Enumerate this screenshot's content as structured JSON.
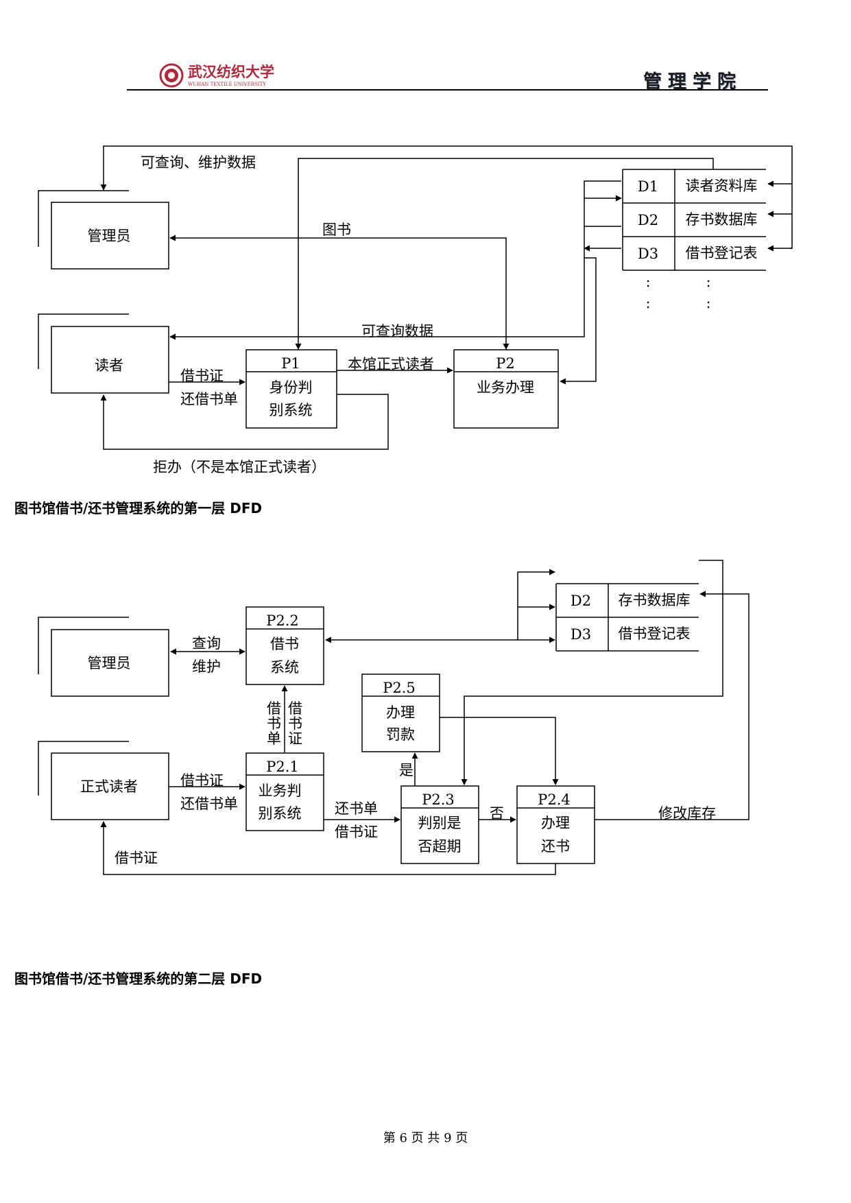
{
  "header": {
    "university_name": "武汉纺织大学",
    "university_name_en": "WUHAN TEXTILE UNIVERSITY",
    "department": "管理学院"
  },
  "dfd1": {
    "entities": {
      "admin": "管理员",
      "reader": "读者"
    },
    "processes": {
      "p1": {
        "id": "P1",
        "line1": "身份判",
        "line2": "别系统"
      },
      "p2": {
        "id": "P2",
        "line1": "业务办理"
      }
    },
    "stores": [
      {
        "id": "D1",
        "name": "读者资料库"
      },
      {
        "id": "D2",
        "name": "存书数据库"
      },
      {
        "id": "D3",
        "name": "借书登记表"
      }
    ],
    "ellipsis": ":",
    "flows": {
      "query_maintain": "可查询、维护数据",
      "books": "图书",
      "query_data": "可查询数据",
      "card": "借书证",
      "return_slip": "还借书单",
      "official_reader": "本馆正式读者",
      "reject": "拒办（不是本馆正式读者）"
    },
    "caption": "图书馆借书/还书管理系统的第一层 DFD"
  },
  "dfd2": {
    "entities": {
      "admin": "管理员",
      "official_reader": "正式读者"
    },
    "processes": {
      "p22": {
        "id": "P2.2",
        "line1": "借书",
        "line2": "系统"
      },
      "p21": {
        "id": "P2.1",
        "line1": "业务判",
        "line2": "别系统"
      },
      "p25": {
        "id": "P2.5",
        "line1": "办理",
        "line2": "罚款"
      },
      "p23": {
        "id": "P2.3",
        "line1": "判别是",
        "line2": "否超期"
      },
      "p24": {
        "id": "P2.4",
        "line1": "办理",
        "line2": "还书"
      }
    },
    "stores": [
      {
        "id": "D2",
        "name": "存书数据库"
      },
      {
        "id": "D3",
        "name": "借书登记表"
      }
    ],
    "flows": {
      "query": "查询",
      "maintain": "维护",
      "borrow_slip_v": [
        "借",
        "书",
        "单"
      ],
      "borrow_card_v": [
        "借",
        "书",
        "证"
      ],
      "card": "借书证",
      "return_slip": "还借书单",
      "return_slip2": "还书单",
      "card2": "借书证",
      "yes": "是",
      "no": "否",
      "modify_stock": "修改库存",
      "card_back": "借书证"
    },
    "caption": "图书馆借书/还书管理系统的第二层 DFD"
  },
  "footer": {
    "text": "第 6 页 共 9 页"
  }
}
